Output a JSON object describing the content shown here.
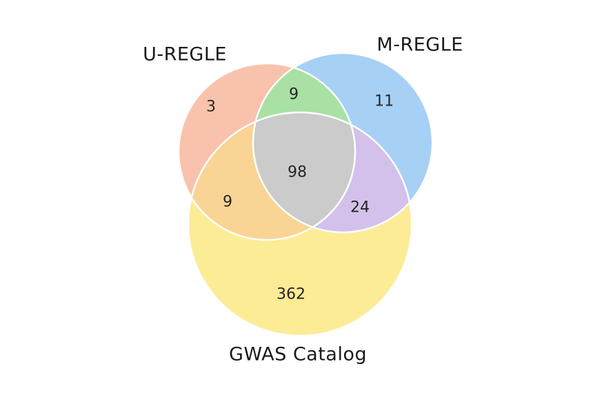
{
  "chart_data": {
    "type": "venn",
    "title": "",
    "sets": [
      {
        "label": "U-REGLE",
        "color": "#F9C2AC"
      },
      {
        "label": "M-REGLE",
        "color": "#A7D0F5"
      },
      {
        "label": "GWAS Catalog",
        "color": "#FCEC96"
      }
    ],
    "regions": [
      {
        "name": "U-REGLE only",
        "value": 3,
        "color": "#F9C2AC"
      },
      {
        "name": "M-REGLE only",
        "value": 11,
        "color": "#A7D0F5"
      },
      {
        "name": "GWAS Catalog only",
        "value": 362,
        "color": "#FCEC96"
      },
      {
        "name": "U-REGLE and M-REGLE",
        "value": 9,
        "color": "#A8E1A3"
      },
      {
        "name": "U-REGLE and GWAS Catalog",
        "value": 9,
        "color": "#FAD494"
      },
      {
        "name": "M-REGLE and GWAS Catalog",
        "value": 24,
        "color": "#D3C1EB"
      },
      {
        "name": "U-REGLE and M-REGLE and GWAS Catalog",
        "value": 98,
        "color": "#CBCBCB"
      }
    ],
    "outline_color": "#ffffff",
    "text_color": "#262626",
    "background": "#ffffff",
    "legend_position": "none",
    "grid": false
  }
}
